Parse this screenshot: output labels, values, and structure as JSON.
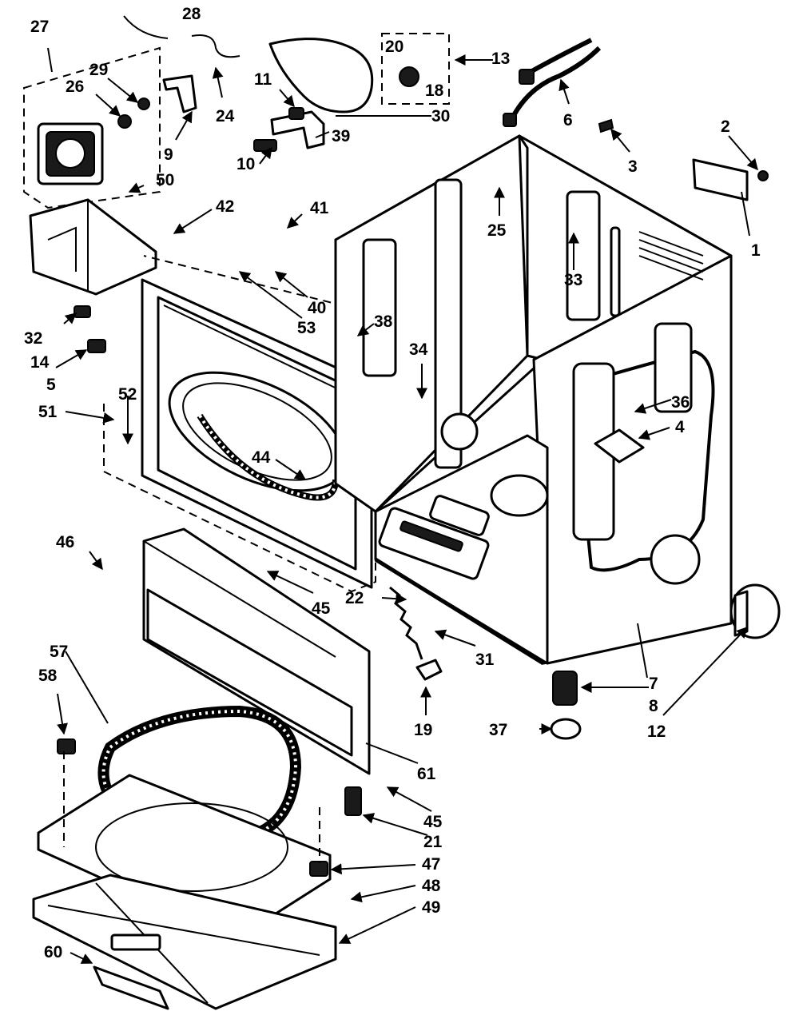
{
  "diagram": {
    "callouts": [
      "27",
      "28",
      "29",
      "26",
      "24",
      "9",
      "11",
      "30",
      "13",
      "20",
      "18",
      "39",
      "10",
      "6",
      "3",
      "2",
      "1",
      "50",
      "42",
      "41",
      "25",
      "33",
      "32",
      "14",
      "5",
      "40",
      "53",
      "38",
      "34",
      "51",
      "52",
      "44",
      "36",
      "4",
      "46",
      "45",
      "22",
      "31",
      "7",
      "8",
      "12",
      "19",
      "37",
      "57",
      "58",
      "61",
      "21",
      "47",
      "48",
      "49",
      "60"
    ]
  }
}
